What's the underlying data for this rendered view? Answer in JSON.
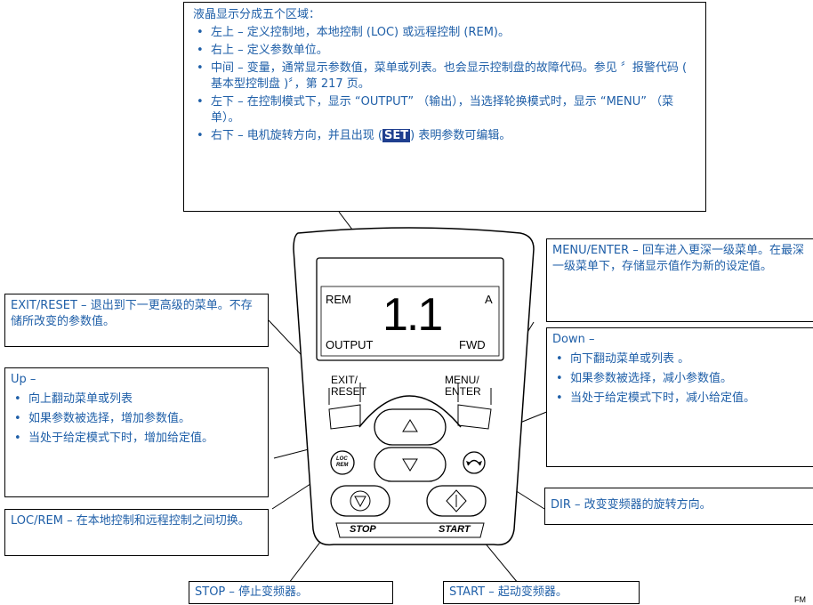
{
  "display_box": {
    "title": "液晶显示分成五个区域：",
    "items": [
      "左上 – 定义控制地，本地控制 (LOC) 或远程控制 (REM)。",
      "右上 – 定义参数单位。",
      "中间 – 变量，通常显示参数值，菜单或列表。也会显示控制盘的故障代码。参见 〞报警代码 ( 基本型控制盘 )〞，第 217 页。",
      "左下 – 在控制模式下，显示 “OUTPUT” （输出），当选择轮换模式时，显示 “MENU” （菜单）。"
    ],
    "last_item_before": "右下 – 电机旋转方向，并且出现 (",
    "last_item_badge": "SET",
    "last_item_after": ") 表明参数可编辑。"
  },
  "lcd": {
    "top_left": "REM",
    "top_right": "A",
    "center": "1.1",
    "bottom_left": "OUTPUT",
    "bottom_right": "FWD"
  },
  "keys": {
    "exit": "EXIT/\nRESET",
    "menu": "MENU/\nENTER",
    "locrem_icon": "LOC\nREM",
    "stop": "STOP",
    "start": "START"
  },
  "callouts": {
    "menu_enter": {
      "head": "MENU/ENTER –",
      "text": " 回车进入更深一级菜单。在最深一级菜单下，存储显示值作为新的设定值。"
    },
    "exit_reset": {
      "head": "EXIT/RESET –",
      "text": " 退出到下一更高级的菜单。不存储所改变的参数值。"
    },
    "up": {
      "head": "Up –",
      "items": [
        "向上翻动菜单或列表",
        "如果参数被选择，增加参数值。",
        "当处于给定模式下时，增加给定值。"
      ]
    },
    "down": {
      "head": "Down –",
      "items": [
        "向下翻动菜单或列表 。",
        "如果参数被选择，减小参数值。",
        "当处于给定模式下时，减小给定值。"
      ]
    },
    "loc_rem": {
      "head": "LOC/REM –",
      "text": " 在本地控制和远程控制之间切换。"
    },
    "dir": {
      "head": "DIR –",
      "text": " 改变变频器的旋转方向。"
    },
    "stop": {
      "head": "STOP –",
      "text": " 停止变频器。"
    },
    "start": {
      "head": "START –",
      "text": " 起动变频器。"
    }
  },
  "corner_mark": "FM"
}
